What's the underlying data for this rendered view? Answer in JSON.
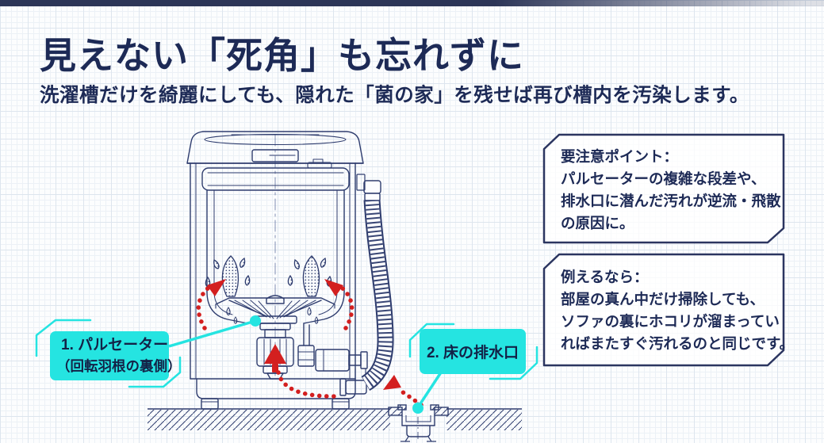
{
  "page": {
    "title": "見えない「死角」も忘れずに",
    "subtitle": "洗濯槽だけを綺麗にしても、隠れた「菌の家」を残せば再び槽内を汚染します。"
  },
  "callouts": [
    {
      "lines": [
        "1. パルセーター",
        "（回転羽根の裏側）"
      ]
    },
    {
      "lines": [
        "2. 床の排水口"
      ]
    }
  ],
  "info_boxes": [
    {
      "heading": "要注意ポイント：",
      "lines": [
        "パルセーターの複雑な段差や、",
        "排水口に潜んだ汚れが逆流・飛散",
        "の原因に。"
      ]
    },
    {
      "heading": "例えるなら：",
      "lines": [
        "部屋の真ん中だけ掃除しても、",
        "ソファの裏にホコリが溜まってい",
        "ればまたすぐ汚れるのと同じです。"
      ]
    }
  ],
  "diagram": {
    "parts": [
      "washing-machine-cutaway",
      "pulsator",
      "motor",
      "drain-pump",
      "drain-hose",
      "floor-drain",
      "water-splash",
      "backflow-arrows"
    ]
  },
  "colors": {
    "navy_text": "#1d2a56",
    "drawing_line": "#2e3c6e",
    "cyan_accent": "#25e4e1",
    "red_arrow": "#d31f1f",
    "background": "#fcfdfe"
  }
}
